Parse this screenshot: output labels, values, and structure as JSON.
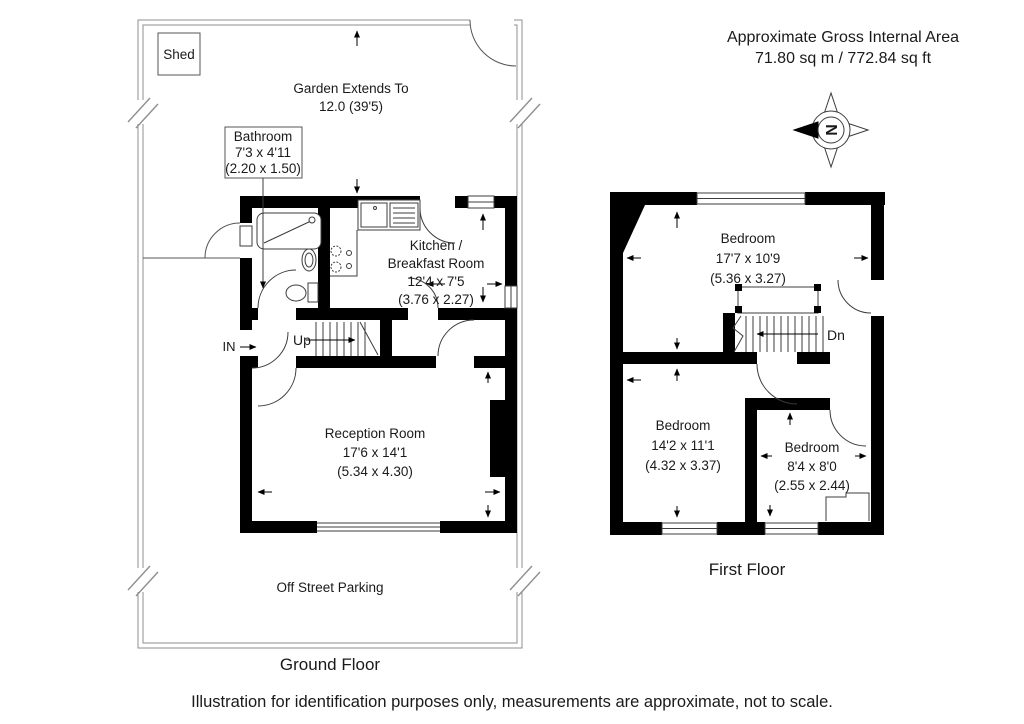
{
  "header": {
    "title": "Approximate Gross Internal Area",
    "area": "71.80 sq m / 772.84 sq ft"
  },
  "compass": {
    "letter": "N"
  },
  "ground_floor": {
    "caption": "Ground Floor",
    "garden": {
      "shed": "Shed",
      "extends_line1": "Garden Extends To",
      "extends_line2": "12.0 (39'5)",
      "parking": "Off Street Parking"
    },
    "bathroom": {
      "name": "Bathroom",
      "imperial": "7'3 x 4'11",
      "metric": "(2.20 x 1.50)"
    },
    "kitchen": {
      "name_line1": "Kitchen /",
      "name_line2": "Breakfast Room",
      "imperial": "12'4 x 7'5",
      "metric": "(3.76 x 2.27)"
    },
    "reception": {
      "name": "Reception Room",
      "imperial": "17'6 x 14'1",
      "metric": "(5.34 x 4.30)"
    },
    "stairs_label": "Up",
    "entrance_label": "IN"
  },
  "first_floor": {
    "caption": "First Floor",
    "bedroom1": {
      "name": "Bedroom",
      "imperial": "17'7 x 10'9",
      "metric": "(5.36 x 3.27)"
    },
    "bedroom2": {
      "name": "Bedroom",
      "imperial": "14'2 x 11'1",
      "metric": "(4.32 x 3.37)"
    },
    "bedroom3": {
      "name": "Bedroom",
      "imperial": "8'4 x 8'0",
      "metric": "(2.55 x 2.44)"
    },
    "stairs_label": "Dn"
  },
  "footer": {
    "disclaimer": "Illustration for identification purposes only, measurements are approximate, not to scale."
  },
  "colors": {
    "wall": "#000000",
    "thin_line": "#3c3c3c",
    "boundary": "#8f8f8f",
    "text": "#1a1a1a",
    "background": "#ffffff"
  }
}
